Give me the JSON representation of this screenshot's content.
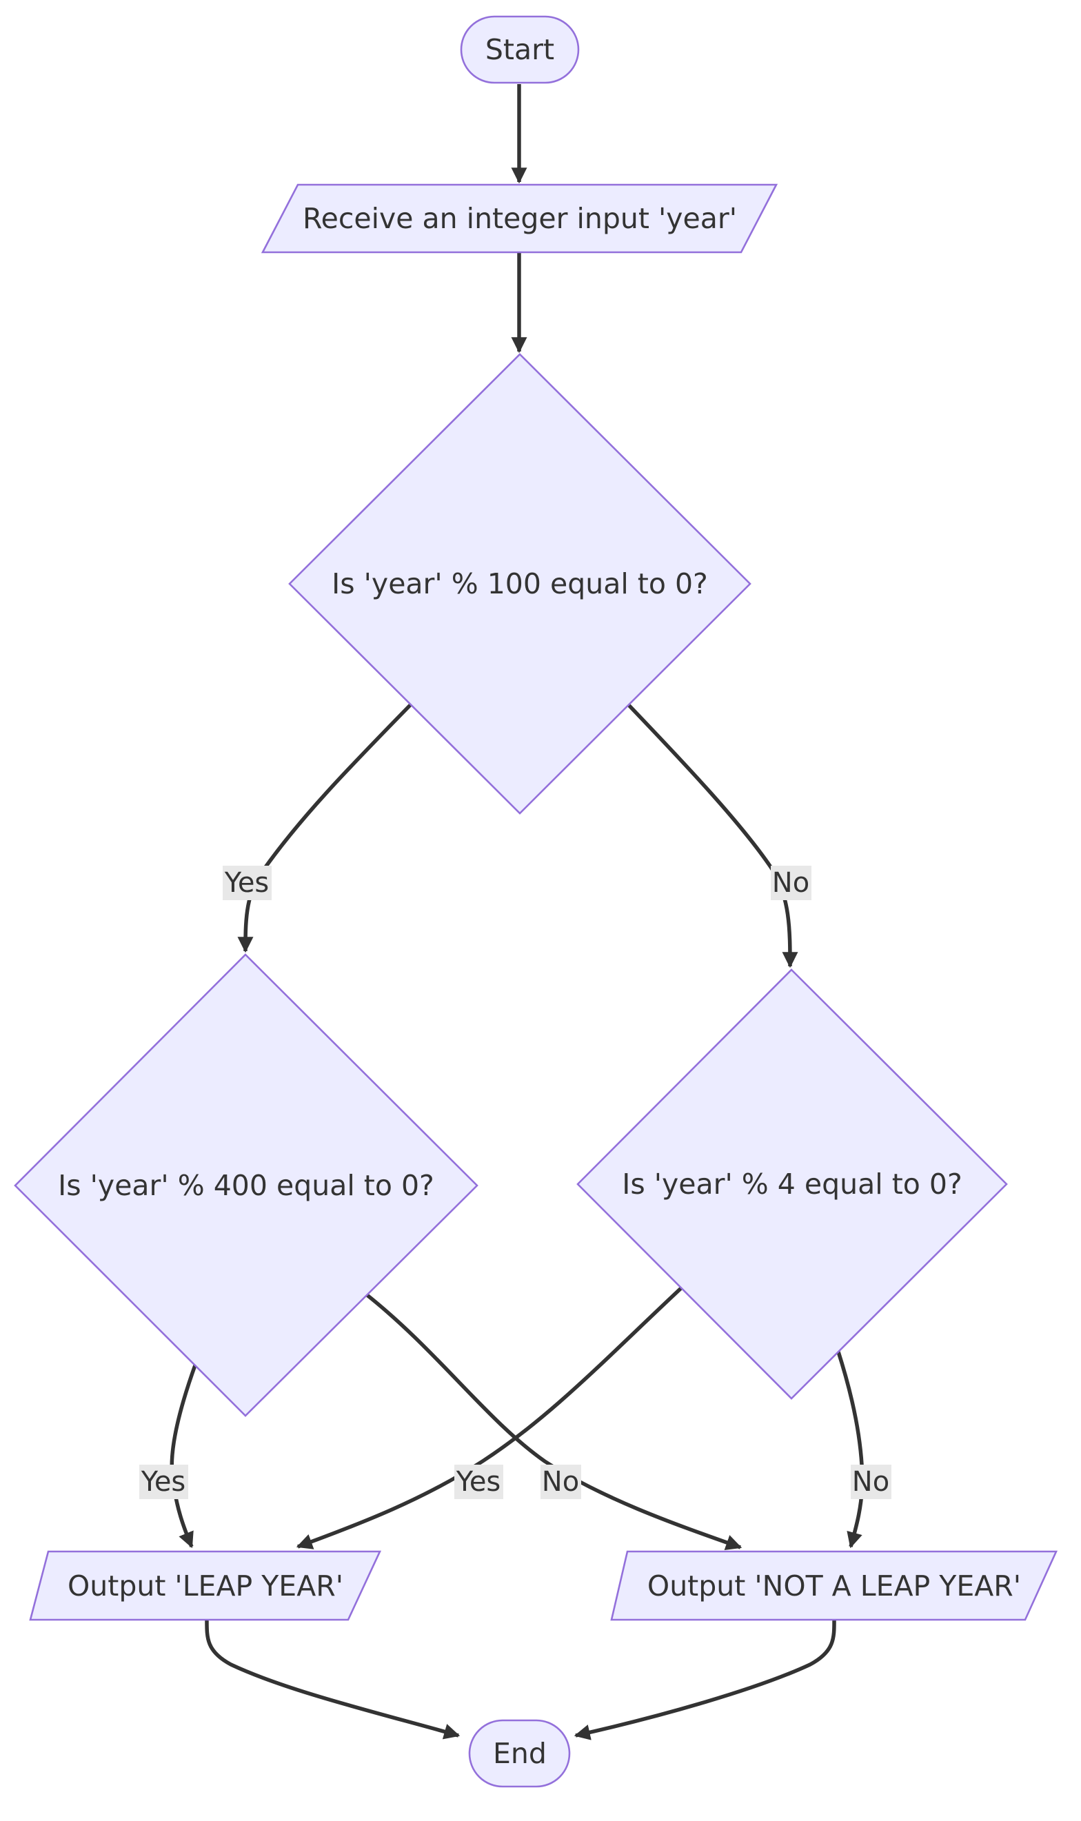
{
  "diagram": {
    "nodes": {
      "start": "Start",
      "input": "Receive an integer input 'year'",
      "check100": "Is 'year' % 100 equal to 0?",
      "check400": "Is 'year' % 400 equal to 0?",
      "check4": "Is 'year' % 4 equal to 0?",
      "leap": "Output 'LEAP YEAR'",
      "notleap": "Output 'NOT A LEAP YEAR'",
      "end": "End"
    },
    "edges": {
      "c100_yes": "Yes",
      "c100_no": "No",
      "c400_yes": "Yes",
      "c400_no": "No",
      "c4_yes": "Yes",
      "c4_no": "No"
    },
    "colors": {
      "node_fill": "#ececff",
      "node_stroke": "#9370db",
      "edge": "#333333",
      "edge_label_bg": "#e8e8e8",
      "text": "#333333"
    }
  }
}
